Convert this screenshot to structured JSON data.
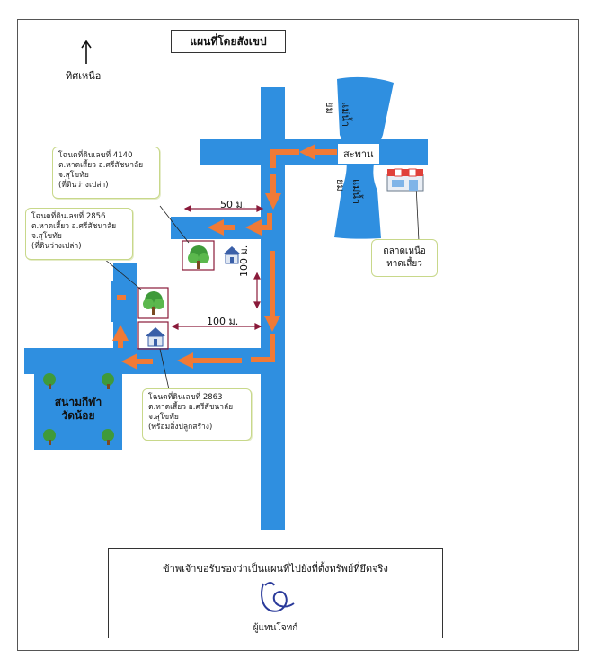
{
  "map": {
    "title": "แผนที่โดยสังเขป",
    "north_label": "ทิศเหนือ",
    "bridge_label": "สะพาน",
    "river_label_top": "แม่น้ำยม",
    "river_label_bottom": "แม่น้ำยม",
    "market": {
      "line1": "ตลาดเหนือ",
      "line2": "หาดเสี้ยว"
    },
    "stadium": {
      "line1": "สนามกีฬา",
      "line2": "วัดน้อย"
    },
    "distances": {
      "top": "50 ม.",
      "middle": "100 ม.",
      "vertical": "100 ม."
    },
    "parcels": [
      {
        "lines": [
          "โฉนดที่ดินเลขที่ 4140",
          "ต.หาดเสี้ยว อ.ศรีสัชนาลัย",
          "จ.สุโขทัย",
          "(ที่ดินว่างเปล่า)"
        ]
      },
      {
        "lines": [
          "โฉนดที่ดินเลขที่ 2856",
          "ต.หาดเสี้ยว อ.ศรีสัชนาลัย",
          "จ.สุโขทัย",
          "(ที่ดินว่างเปล่า)"
        ]
      },
      {
        "lines": [
          "โฉนดที่ดินเลขที่ 2863",
          "ต.หาดเสี้ยว อ.ศรีสัชนาลัย",
          "จ.สุโขทัย",
          "(พร้อมสิ่งปลูกสร้าง)"
        ]
      }
    ],
    "certification": {
      "statement": "ข้าพเจ้าขอรับรองว่าเป็นแผนที่ไปยังที่ตั้งทรัพย์ที่ยึดจริง",
      "signer": "ผู้แทนโจทก์"
    },
    "colors": {
      "road": "#2f8fe0",
      "arrow": "#f07a36",
      "parcel_border": "#8a1a3a",
      "callout_border": "#c8d88a"
    }
  }
}
